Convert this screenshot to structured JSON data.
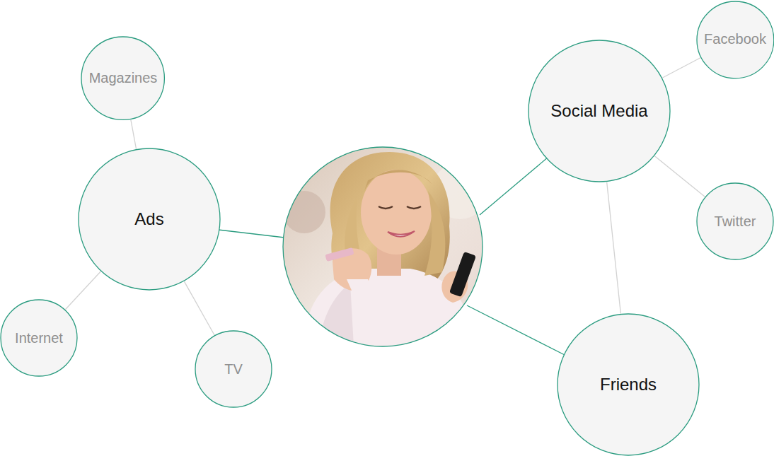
{
  "diagram": {
    "nodes": [
      {
        "text": [
          "Magazines"
        ]
      },
      {
        "text": [
          "Facebook"
        ]
      },
      {
        "text": [
          "Social Media"
        ]
      },
      {
        "text": [
          "Ads"
        ]
      },
      {
        "text": [
          "Twitter"
        ]
      },
      {
        "text": [
          "Internet"
        ]
      },
      {
        "text": [
          "TV"
        ]
      },
      {
        "text": [
          "Friends"
        ]
      }
    ],
    "edges": [
      {
        "from": 0,
        "to": 3,
        "arrow": "none"
      },
      {
        "from": 3,
        "to": 5,
        "arrow": "none"
      },
      {
        "from": 3,
        "to": 6,
        "arrow": "none"
      },
      {
        "from": 2,
        "to": 1,
        "arrow": "none"
      },
      {
        "from": 2,
        "to": 4,
        "arrow": "none"
      },
      {
        "from": 2,
        "to": 7,
        "arrow": "none"
      }
    ]
  }
}
